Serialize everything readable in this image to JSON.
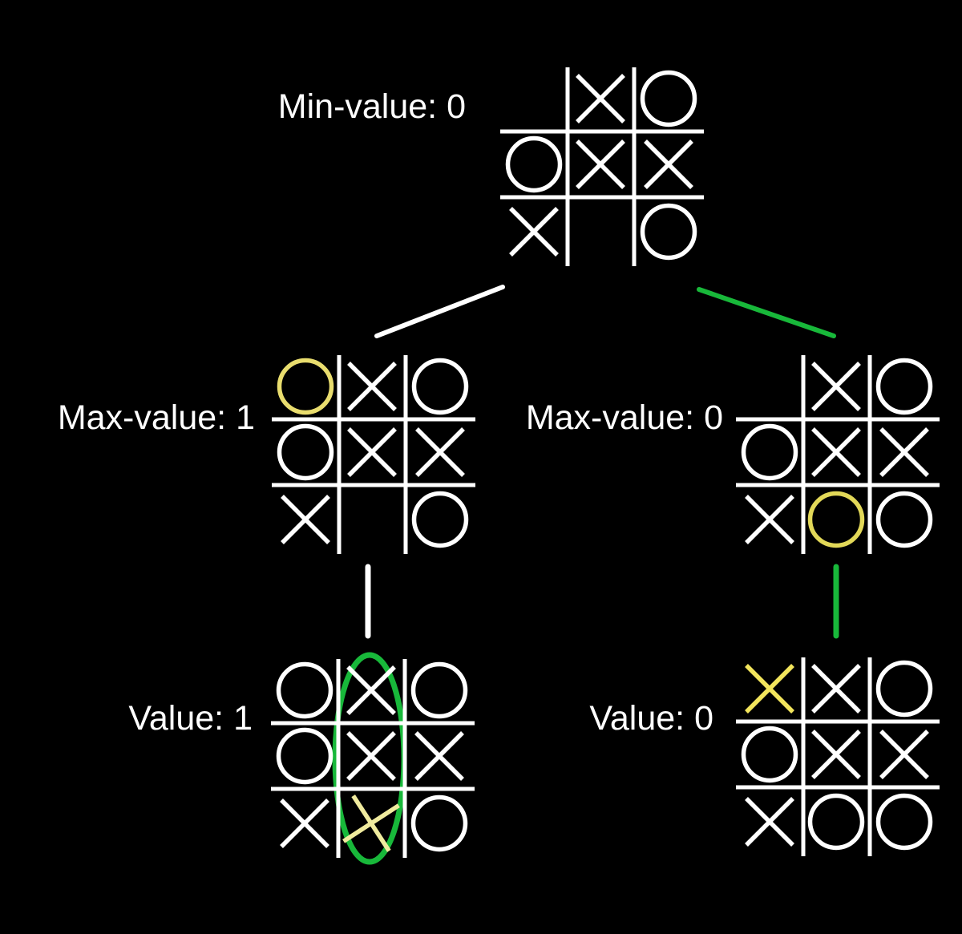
{
  "colors": {
    "background": "#000000",
    "white": "#ffffff",
    "green": "#18b83a"
  },
  "nodes": {
    "root": {
      "label": "Min-value: 0",
      "cells": [
        "",
        "X",
        "O",
        "O",
        "X",
        "X",
        "X",
        "",
        "O"
      ],
      "highlight": null
    },
    "max_left": {
      "label": "Max-value: 1",
      "cells": [
        "O",
        "X",
        "O",
        "O",
        "X",
        "X",
        "X",
        "",
        "O"
      ],
      "highlight": {
        "index": 0,
        "color": "#e9dd6e"
      }
    },
    "max_right": {
      "label": "Max-value: 0",
      "cells": [
        "",
        "X",
        "O",
        "O",
        "X",
        "X",
        "X",
        "O",
        "O"
      ],
      "highlight": {
        "index": 7,
        "color": "#e2d858"
      }
    },
    "value_left": {
      "label": "Value: 1",
      "cells": [
        "O",
        "X",
        "O",
        "O",
        "X",
        "X",
        "X",
        "X",
        "O"
      ],
      "highlight": {
        "index": 7,
        "color": "#f0eb9e",
        "tilted": true
      },
      "win_highlight": "middle-column-circled-green"
    },
    "value_right": {
      "label": "Value: 0",
      "cells": [
        "X",
        "X",
        "O",
        "O",
        "X",
        "X",
        "X",
        "O",
        "O"
      ],
      "highlight": {
        "index": 0,
        "color": "#f2e55c"
      }
    }
  },
  "edges": [
    {
      "from": "root",
      "to": "max_left",
      "color": "white"
    },
    {
      "from": "root",
      "to": "max_right",
      "color": "green"
    },
    {
      "from": "max_left",
      "to": "value_left",
      "color": "white"
    },
    {
      "from": "max_right",
      "to": "value_right",
      "color": "green"
    }
  ]
}
